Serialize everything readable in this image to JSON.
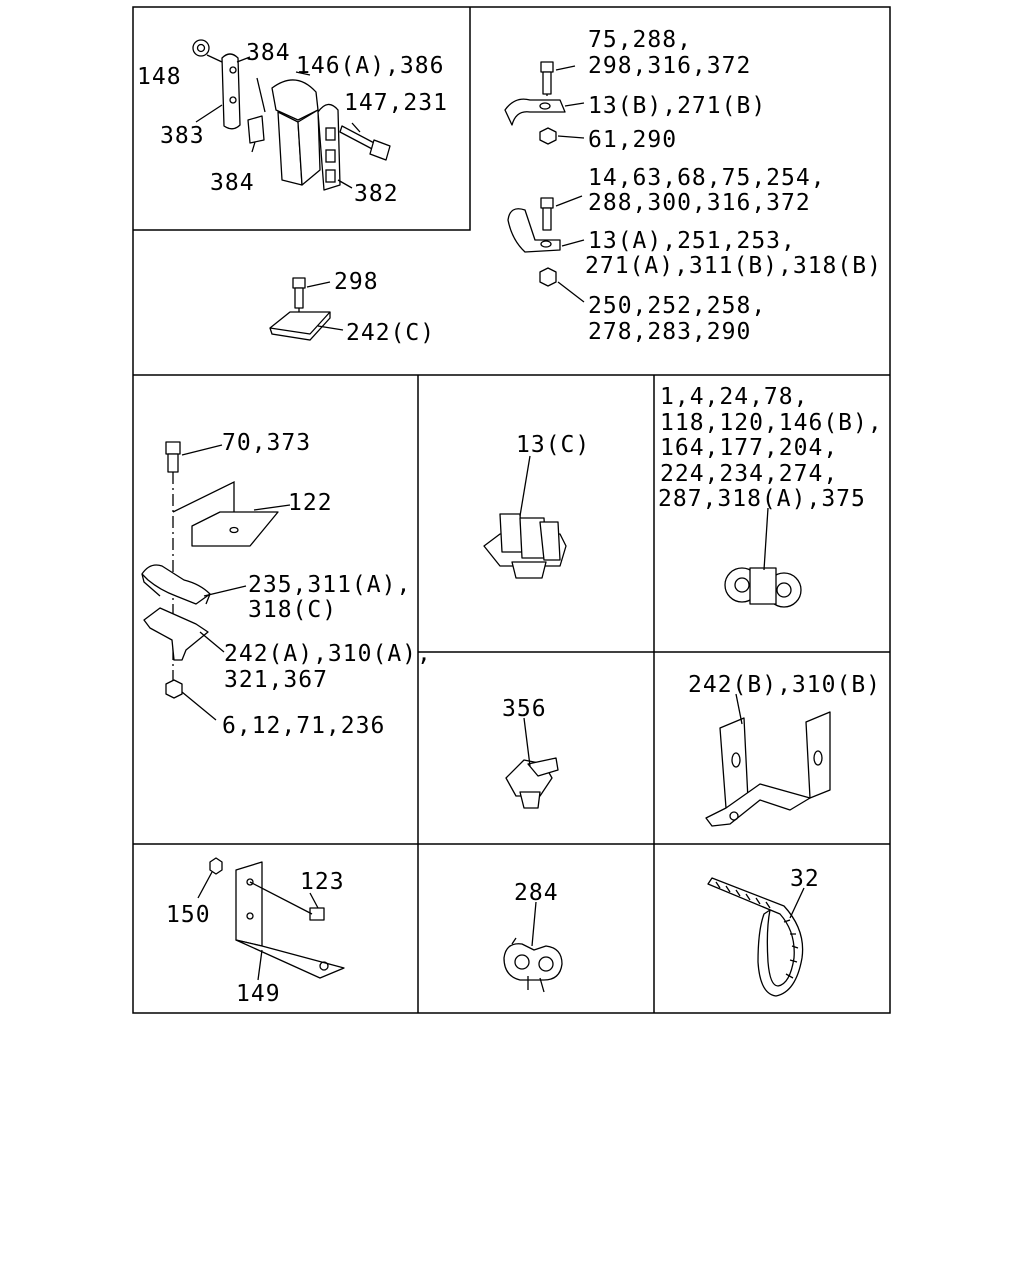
{
  "cells": {
    "cell1": {
      "labels": [
        "148",
        "384",
        "146(A),386",
        "147,231",
        "383",
        "384",
        "382"
      ]
    },
    "cell2": {
      "labels": [
        "75,288,",
        "298,316,372",
        "13(B),271(B)",
        "61,290",
        "14,63,68,75,254,",
        "288,300,316,372",
        "13(A),251,253,",
        "271(A),311(B),318(B)",
        "250,252,258,",
        "278,283,290"
      ]
    },
    "cell3": {
      "labels": [
        "298",
        "242(C)"
      ]
    },
    "cell4": {
      "labels": [
        "70,373",
        "122",
        "235,311(A),",
        "318(C)",
        "242(A),310(A),",
        "321,367",
        "6,12,71,236"
      ]
    },
    "cell5": {
      "labels": [
        "13(C)"
      ]
    },
    "cell6": {
      "labels": [
        "1,4,24,78,",
        "118,120,146(B),",
        "164,177,204,",
        "224,234,274,",
        "287,318(A),375"
      ]
    },
    "cell7": {
      "labels": [
        "356"
      ]
    },
    "cell8": {
      "labels": [
        "242(B),310(B)"
      ]
    },
    "cell9": {
      "labels": [
        "150",
        "123",
        "149"
      ]
    },
    "cell10": {
      "labels": [
        "284"
      ]
    },
    "cell11": {
      "labels": [
        "32"
      ]
    }
  }
}
